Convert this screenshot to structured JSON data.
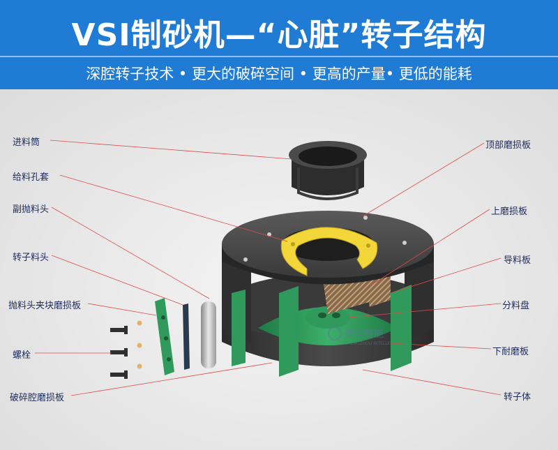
{
  "header": {
    "title": "VSI制砂机—“心脏”转子结构",
    "subtitle": "深腔转子技术 • 更大的破碎空间 • 更高的产量• 更低的能耗"
  },
  "watermark": {
    "brand": "振华智能",
    "brand_en": "ZHENGZHOU INTELLECT"
  },
  "labels_left": [
    "进料筒",
    "给料孔套",
    "副抛料头",
    "转子料头",
    "抛料头夹块磨损板",
    "螺栓",
    "破碎腔磨损板"
  ],
  "labels_right": [
    "顶部磨损板",
    "上磨损板",
    "导料板",
    "分料盘",
    "下耐磨板",
    "转子体"
  ],
  "colors": {
    "header": "#1f7bd3",
    "leader": "#e04a4a",
    "body": "#3a3a3a",
    "yellow": "#f2d63a",
    "green": "#2f9a5c"
  }
}
